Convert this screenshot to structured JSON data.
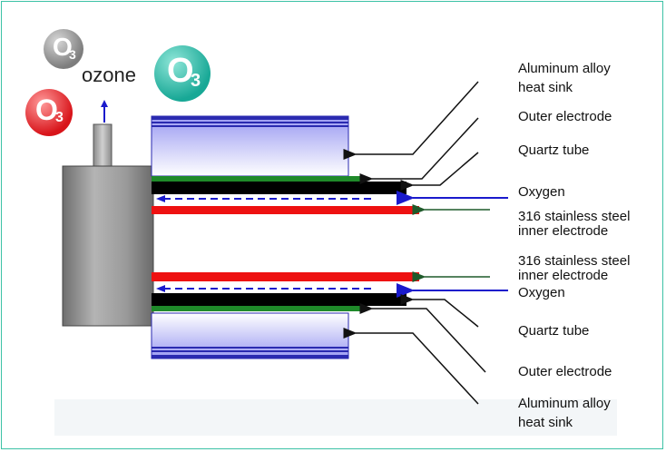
{
  "ozone_label": "ozone",
  "molecules": [
    {
      "letter": "O",
      "sub": "3",
      "color": "#8a8a8a"
    },
    {
      "letter": "O",
      "sub": "3",
      "color": "#2bbba7"
    },
    {
      "letter": "O",
      "sub": "3",
      "color": "#e0262b"
    }
  ],
  "labels_top": {
    "heat_sink_1": "Aluminum alloy",
    "heat_sink_2": "heat sink",
    "outer_electrode": "Outer electrode",
    "quartz_tube": "Quartz tube",
    "oxygen": "Oxygen",
    "inner_electrode_1": "316 stainless steel",
    "inner_electrode_2": "inner electrode"
  },
  "labels_bottom": {
    "inner_electrode_1": "316 stainless steel",
    "inner_electrode_2": "inner electrode",
    "oxygen": "Oxygen",
    "quartz_tube": "Quartz tube",
    "outer_electrode": "Outer electrode",
    "heat_sink_1": "Aluminum alloy",
    "heat_sink_2": "heat sink"
  },
  "colors": {
    "frame": "#3cc2a6",
    "heat_sink_edge": "#2a2ab0",
    "electrode_red": "#ee1111",
    "quartz_green": "#1f8a2a",
    "oxygen_arrow": "#1a1acc",
    "housing": "#8a8a8a"
  }
}
